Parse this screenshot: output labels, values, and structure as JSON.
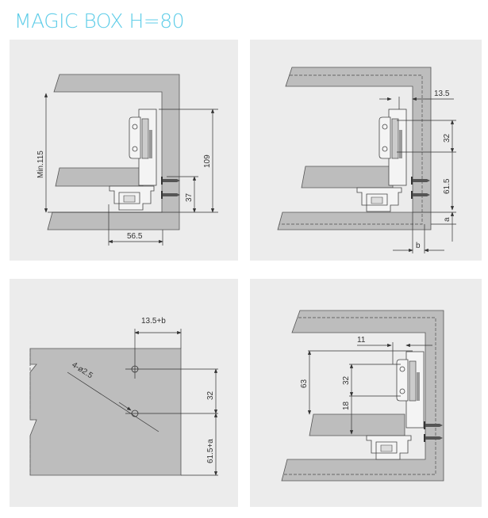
{
  "title": "MAGIC BOX H=80",
  "panels": {
    "side_view": {
      "min_height": "Min.115",
      "height_109": "109",
      "height_37": "37",
      "width_56_5": "56.5"
    },
    "adjust_view": {
      "offset_13_5": "13.5",
      "spacing_32": "32",
      "height_61_5": "61.5",
      "a": "a",
      "b": "b"
    },
    "drilling_view": {
      "offset": "13.5+b",
      "spacing_32": "32",
      "height": "61.5+a",
      "holes": "4-ø2.5"
    },
    "front_mount_view": {
      "offset_11": "11",
      "height_63": "63",
      "spacing_32": "32",
      "height_18": "18"
    }
  },
  "colors": {
    "title": "#5fcde8",
    "panel": "#ececec",
    "board": "#bdbdbd"
  }
}
